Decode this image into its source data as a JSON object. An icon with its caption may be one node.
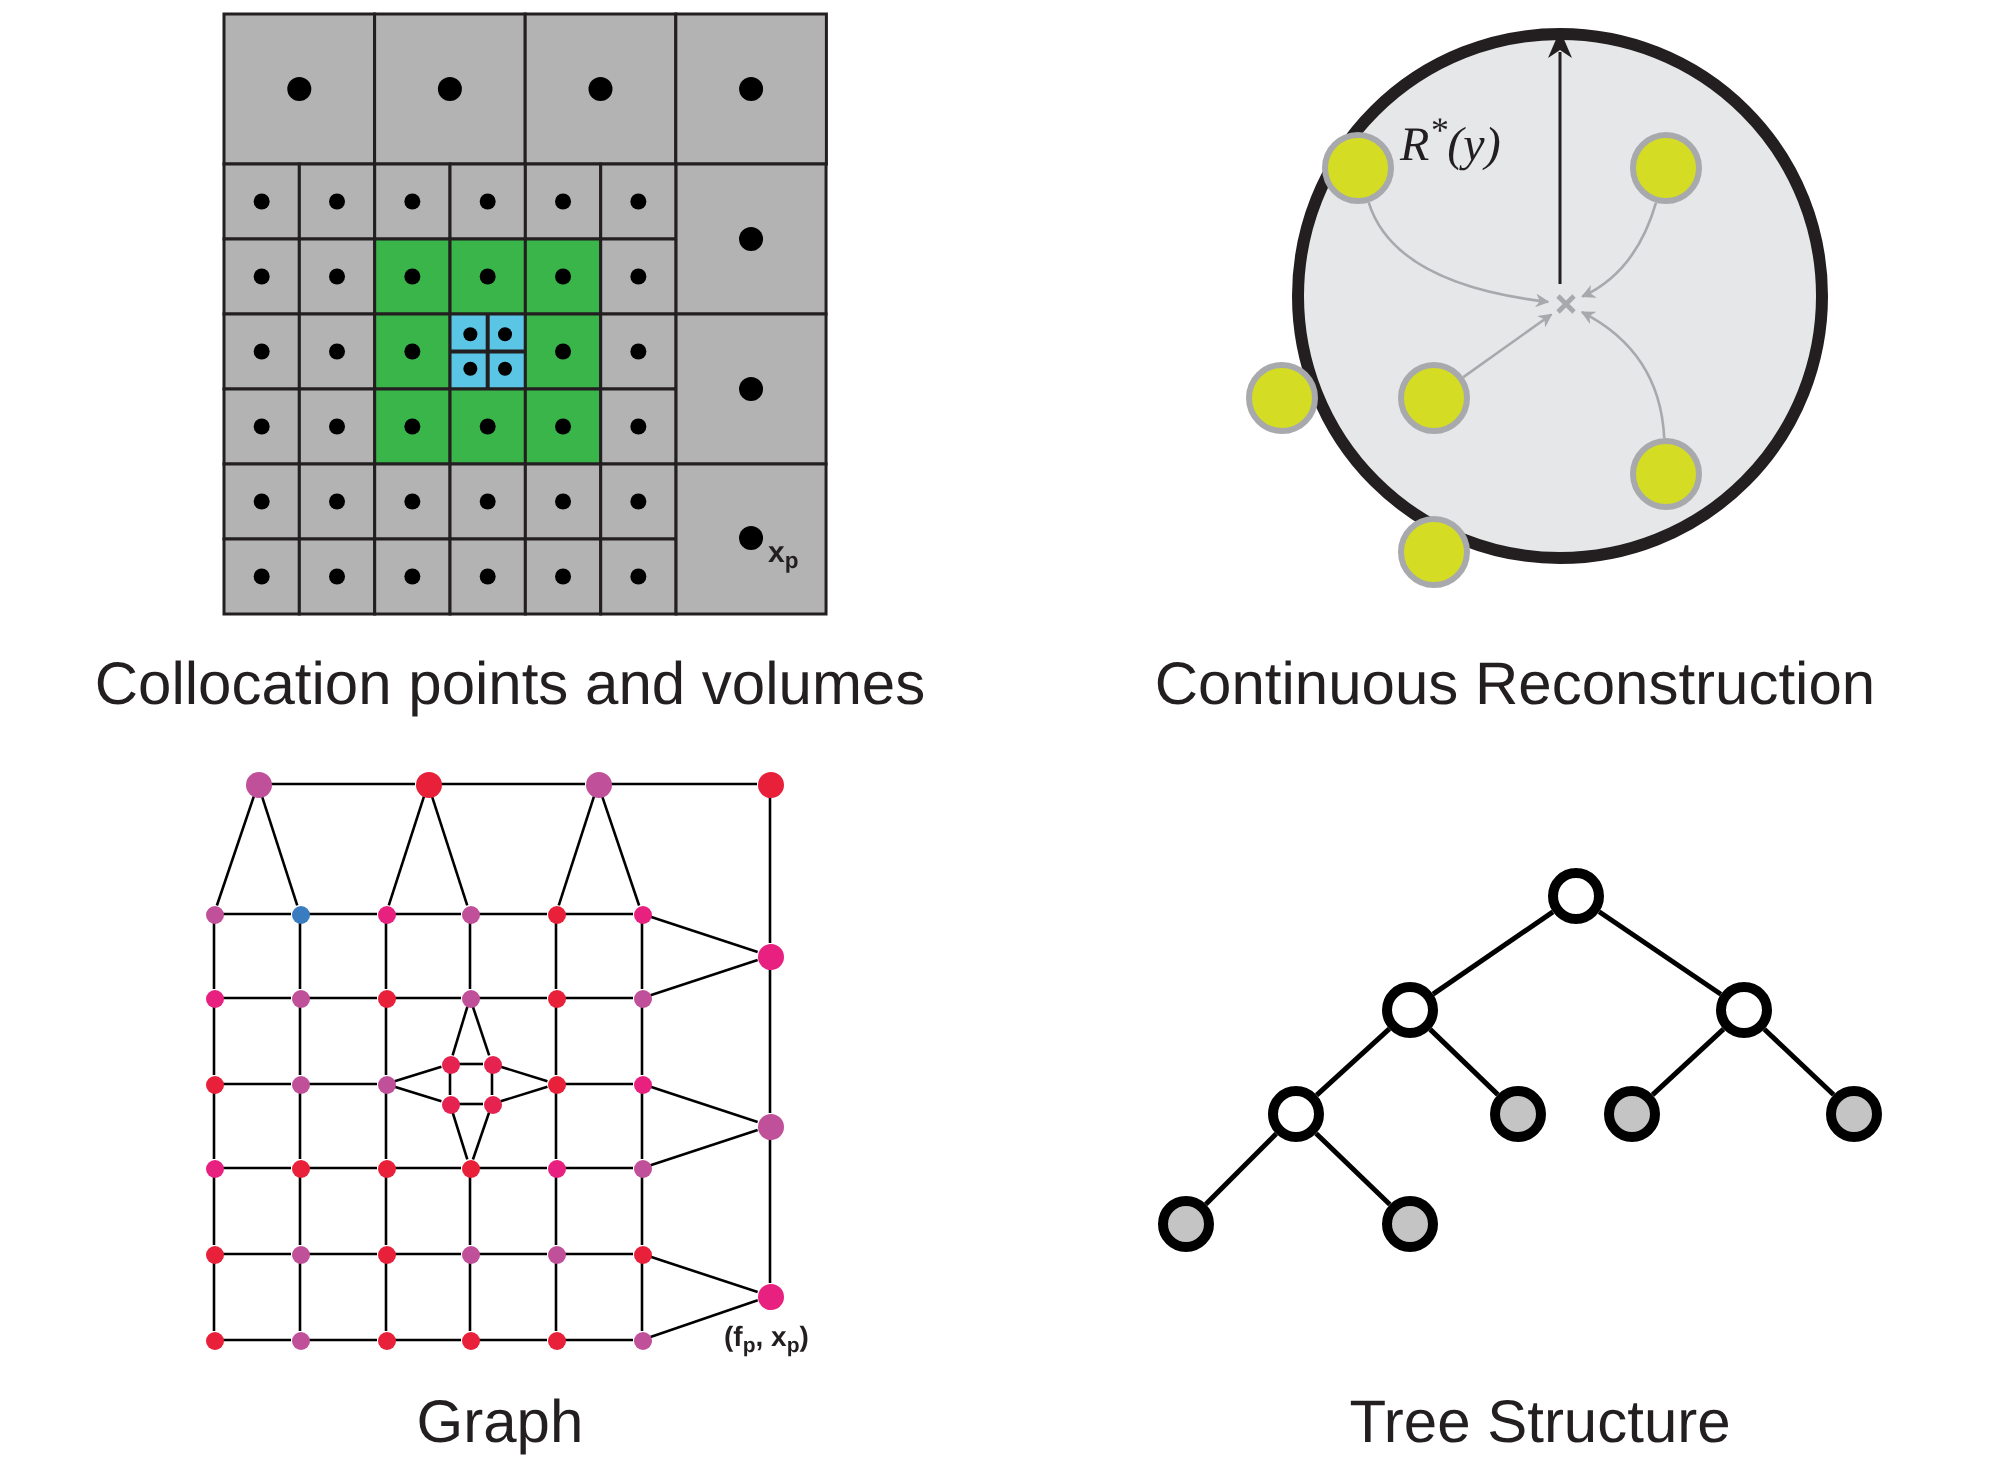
{
  "diagram": {
    "nodes": [
      {
        "text": [],
        "shape": "circle"
      },
      {
        "text": [],
        "shape": "circle"
      },
      {
        "text": [],
        "shape": "circle"
      },
      {
        "text": [],
        "shape": "circle"
      },
      {
        "text": [],
        "shape": "circle"
      },
      {
        "text": [],
        "shape": "circle"
      },
      {
        "text": [],
        "shape": "cross"
      },
      {
        "text": [],
        "shape": "circle"
      },
      {
        "text": [],
        "shape": "circle"
      },
      {
        "text": [],
        "shape": "circle"
      },
      {
        "text": [],
        "shape": "circle"
      },
      {
        "text": [],
        "shape": "circle"
      },
      {
        "text": [],
        "shape": "circle"
      },
      {
        "text": [],
        "shape": "circle"
      },
      {
        "text": [],
        "shape": "circle"
      },
      {
        "text": [],
        "shape": "circle"
      },
      {
        "text": [],
        "shape": "circle"
      },
      {
        "text": [],
        "shape": "circle"
      },
      {
        "text": [],
        "shape": "circle"
      },
      {
        "text": [],
        "shape": "circle"
      },
      {
        "text": [],
        "shape": "circle"
      },
      {
        "text": [],
        "shape": "circle"
      },
      {
        "text": [],
        "shape": "circle"
      },
      {
        "text": [],
        "shape": "circle"
      },
      {
        "text": [],
        "shape": "circle"
      },
      {
        "text": [],
        "shape": "circle"
      },
      {
        "text": [],
        "shape": "circle"
      },
      {
        "text": [],
        "shape": "circle"
      },
      {
        "text": [],
        "shape": "circle"
      },
      {
        "text": [],
        "shape": "circle"
      },
      {
        "text": [],
        "shape": "circle"
      },
      {
        "text": [],
        "shape": "circle"
      },
      {
        "text": [],
        "shape": "circle"
      },
      {
        "text": [],
        "shape": "circle"
      },
      {
        "text": [],
        "shape": "circle"
      },
      {
        "text": [],
        "shape": "circle"
      },
      {
        "text": [],
        "shape": "circle"
      },
      {
        "text": [],
        "shape": "circle"
      },
      {
        "text": [],
        "shape": "circle"
      },
      {
        "text": [],
        "shape": "circle"
      },
      {
        "text": [],
        "shape": "circle"
      },
      {
        "text": [],
        "shape": "circle"
      },
      {
        "text": [],
        "shape": "circle"
      },
      {
        "text": [],
        "shape": "circle"
      },
      {
        "text": [],
        "shape": "circle"
      },
      {
        "text": [],
        "shape": "circle"
      },
      {
        "text": [],
        "shape": "circle"
      },
      {
        "text": [],
        "shape": "circle"
      },
      {
        "text": [],
        "shape": "circle"
      },
      {
        "text": [],
        "shape": "circle"
      },
      {
        "text": [],
        "shape": "circle"
      },
      {
        "text": [],
        "shape": "circle"
      },
      {
        "text": [],
        "shape": "circle"
      },
      {
        "text": [],
        "shape": "circle"
      },
      {
        "text": [],
        "shape": "circle"
      },
      {
        "text": [],
        "shape": "circle"
      },
      {
        "text": [],
        "shape": "circle"
      },
      {
        "text": [],
        "shape": "circle"
      },
      {
        "text": [],
        "shape": "circle"
      },
      {
        "text": [],
        "shape": "circle"
      },
      {
        "text": [],
        "shape": "circle"
      },
      {
        "text": [],
        "shape": "circle"
      }
    ],
    "edges": [
      {
        "from": 0,
        "to": 6,
        "arrow": "to",
        "color": "#a7a9ac"
      },
      {
        "from": 1,
        "to": 6,
        "arrow": "to",
        "color": "#a7a9ac"
      },
      {
        "from": 3,
        "to": 6,
        "arrow": "to",
        "color": "#a7a9ac"
      },
      {
        "from": 4,
        "to": 6,
        "arrow": "to",
        "color": "#a7a9ac"
      },
      {
        "from": 7,
        "to": 8,
        "arrow": "none"
      },
      {
        "from": 8,
        "to": 9,
        "arrow": "none"
      },
      {
        "from": 9,
        "to": 10,
        "arrow": "none"
      },
      {
        "from": 7,
        "to": 14,
        "arrow": "none"
      },
      {
        "from": 7,
        "to": 15,
        "arrow": "none"
      },
      {
        "from": 8,
        "to": 16,
        "arrow": "none"
      },
      {
        "from": 8,
        "to": 17,
        "arrow": "none"
      },
      {
        "from": 9,
        "to": 18,
        "arrow": "none"
      },
      {
        "from": 9,
        "to": 19,
        "arrow": "none"
      },
      {
        "from": 10,
        "to": 11,
        "arrow": "none"
      },
      {
        "from": 11,
        "to": 12,
        "arrow": "none"
      },
      {
        "from": 12,
        "to": 13,
        "arrow": "none"
      },
      {
        "from": 11,
        "to": 19,
        "arrow": "none"
      },
      {
        "from": 11,
        "to": 25,
        "arrow": "none"
      },
      {
        "from": 12,
        "to": 34,
        "arrow": "none"
      },
      {
        "from": 12,
        "to": 40,
        "arrow": "none"
      },
      {
        "from": 13,
        "to": 46,
        "arrow": "none"
      },
      {
        "from": 13,
        "to": 52,
        "arrow": "none"
      },
      {
        "from": 14,
        "to": 15,
        "arrow": "none"
      },
      {
        "from": 15,
        "to": 16,
        "arrow": "none"
      },
      {
        "from": 16,
        "to": 17,
        "arrow": "none"
      },
      {
        "from": 17,
        "to": 18,
        "arrow": "none"
      },
      {
        "from": 18,
        "to": 19,
        "arrow": "none"
      },
      {
        "from": 20,
        "to": 21,
        "arrow": "none"
      },
      {
        "from": 21,
        "to": 22,
        "arrow": "none"
      },
      {
        "from": 22,
        "to": 23,
        "arrow": "none"
      },
      {
        "from": 23,
        "to": 24,
        "arrow": "none"
      },
      {
        "from": 24,
        "to": 25,
        "arrow": "none"
      },
      {
        "from": 26,
        "to": 27,
        "arrow": "none"
      },
      {
        "from": 27,
        "to": 28,
        "arrow": "none"
      },
      {
        "from": 28,
        "to": 29,
        "arrow": "none"
      },
      {
        "from": 28,
        "to": 31,
        "arrow": "none"
      },
      {
        "from": 30,
        "to": 33,
        "arrow": "none"
      },
      {
        "from": 32,
        "to": 33,
        "arrow": "none"
      },
      {
        "from": 33,
        "to": 34,
        "arrow": "none"
      },
      {
        "from": 35,
        "to": 36,
        "arrow": "none"
      },
      {
        "from": 36,
        "to": 37,
        "arrow": "none"
      },
      {
        "from": 37,
        "to": 38,
        "arrow": "none"
      },
      {
        "from": 38,
        "to": 39,
        "arrow": "none"
      },
      {
        "from": 39,
        "to": 40,
        "arrow": "none"
      },
      {
        "from": 41,
        "to": 42,
        "arrow": "none"
      },
      {
        "from": 42,
        "to": 43,
        "arrow": "none"
      },
      {
        "from": 43,
        "to": 44,
        "arrow": "none"
      },
      {
        "from": 44,
        "to": 45,
        "arrow": "none"
      },
      {
        "from": 45,
        "to": 46,
        "arrow": "none"
      },
      {
        "from": 47,
        "to": 48,
        "arrow": "none"
      },
      {
        "from": 48,
        "to": 49,
        "arrow": "none"
      },
      {
        "from": 49,
        "to": 50,
        "arrow": "none"
      },
      {
        "from": 50,
        "to": 51,
        "arrow": "none"
      },
      {
        "from": 51,
        "to": 52,
        "arrow": "none"
      },
      {
        "from": 29,
        "to": 30,
        "arrow": "none"
      },
      {
        "from": 31,
        "to": 32,
        "arrow": "none"
      },
      {
        "from": 29,
        "to": 31,
        "arrow": "none"
      },
      {
        "from": 30,
        "to": 32,
        "arrow": "none"
      },
      {
        "from": 14,
        "to": 20,
        "arrow": "none"
      },
      {
        "from": 20,
        "to": 26,
        "arrow": "none"
      },
      {
        "from": 26,
        "to": 35,
        "arrow": "none"
      },
      {
        "from": 35,
        "to": 41,
        "arrow": "none"
      },
      {
        "from": 41,
        "to": 47,
        "arrow": "none"
      },
      {
        "from": 15,
        "to": 21,
        "arrow": "none"
      },
      {
        "from": 21,
        "to": 27,
        "arrow": "none"
      },
      {
        "from": 27,
        "to": 36,
        "arrow": "none"
      },
      {
        "from": 36,
        "to": 42,
        "arrow": "none"
      },
      {
        "from": 42,
        "to": 48,
        "arrow": "none"
      },
      {
        "from": 16,
        "to": 22,
        "arrow": "none"
      },
      {
        "from": 22,
        "to": 28,
        "arrow": "none"
      },
      {
        "from": 28,
        "to": 37,
        "arrow": "none"
      },
      {
        "from": 37,
        "to": 43,
        "arrow": "none"
      },
      {
        "from": 43,
        "to": 49,
        "arrow": "none"
      },
      {
        "from": 17,
        "to": 23,
        "arrow": "none"
      },
      {
        "from": 23,
        "to": 29,
        "arrow": "none"
      },
      {
        "from": 23,
        "to": 30,
        "arrow": "none"
      },
      {
        "from": 31,
        "to": 38,
        "arrow": "none"
      },
      {
        "from": 32,
        "to": 38,
        "arrow": "none"
      },
      {
        "from": 38,
        "to": 44,
        "arrow": "none"
      },
      {
        "from": 44,
        "to": 50,
        "arrow": "none"
      },
      {
        "from": 18,
        "to": 24,
        "arrow": "none"
      },
      {
        "from": 24,
        "to": 33,
        "arrow": "none"
      },
      {
        "from": 33,
        "to": 39,
        "arrow": "none"
      },
      {
        "from": 39,
        "to": 45,
        "arrow": "none"
      },
      {
        "from": 45,
        "to": 51,
        "arrow": "none"
      },
      {
        "from": 19,
        "to": 25,
        "arrow": "none"
      },
      {
        "from": 25,
        "to": 34,
        "arrow": "none"
      },
      {
        "from": 34,
        "to": 40,
        "arrow": "none"
      },
      {
        "from": 40,
        "to": 46,
        "arrow": "none"
      },
      {
        "from": 46,
        "to": 52,
        "arrow": "none"
      },
      {
        "from": 53,
        "to": 54,
        "arrow": "none"
      },
      {
        "from": 53,
        "to": 55,
        "arrow": "none"
      },
      {
        "from": 54,
        "to": 56,
        "arrow": "none"
      },
      {
        "from": 54,
        "to": 57,
        "arrow": "none"
      },
      {
        "from": 55,
        "to": 58,
        "arrow": "none"
      },
      {
        "from": 55,
        "to": 59,
        "arrow": "none"
      },
      {
        "from": 56,
        "to": 60,
        "arrow": "none"
      },
      {
        "from": 56,
        "to": 61,
        "arrow": "none"
      }
    ],
    "labels": [
      "R$^{*}$(y)",
      "x$_{p}$",
      "Collocation points and volumes",
      "Continuous Reconstruction",
      "(f$_{p}$, x$_{p}$)",
      "Graph",
      "Tree Structure"
    ]
  }
}
